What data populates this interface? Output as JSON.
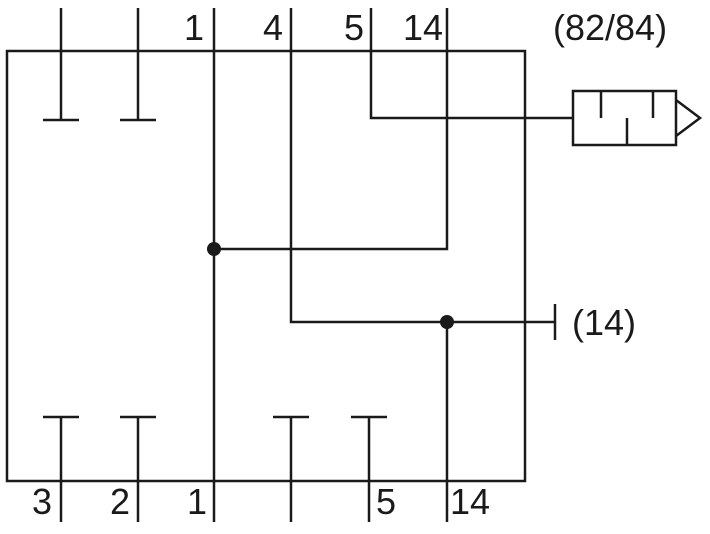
{
  "top_pin_labels": [
    "1",
    "4",
    "5",
    "14"
  ],
  "bottom_pin_labels": [
    "3",
    "2",
    "1",
    "5",
    "14"
  ],
  "side_labels": {
    "top_right": "(82/84)",
    "right_middle": "(14)"
  },
  "colors": {
    "line": "#1a1a1a",
    "background": "#ffffff"
  }
}
